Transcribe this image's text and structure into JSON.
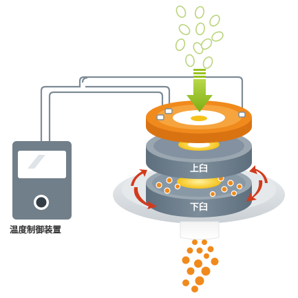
{
  "labels": {
    "upper_stone": "上臼",
    "lower_stone": "下臼",
    "temperature_controller": "温度制御装置"
  },
  "colors": {
    "orange": "#f08a1c",
    "yellow": "#f5c21a",
    "stone_gray": "#6a7c8c",
    "stone_light": "#8e9ea9",
    "device_gray": "#717f8a",
    "arrow_green": "#98c21d",
    "seed_outline": "#b9d47a",
    "rotation_red": "#d23a1c",
    "wire_gray": "#7d8b96"
  },
  "icons": {
    "input_arrow": "down-arrow-icon",
    "rotation_arrows": "rotation-arrow-icon",
    "temperature_knob": "knob-icon"
  }
}
